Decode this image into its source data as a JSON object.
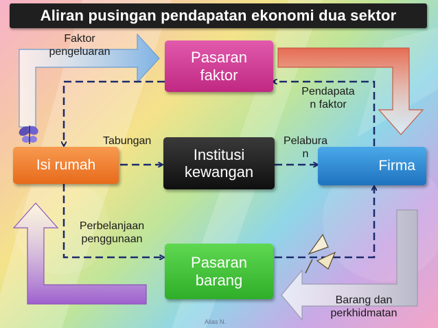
{
  "title": "Aliran pusingan pendapatan ekonomi dua sektor",
  "nodes": {
    "isi_rumah": "Isi rumah",
    "firma": "Firma",
    "pasaran_faktor": "Pasaran\nfaktor",
    "pasaran_barang": "Pasaran\nbarang",
    "institusi_kewangan": "Institusi\nkewangan"
  },
  "labels": {
    "faktor_pengeluaran": "Faktor\npengeluaran",
    "pendapatan_faktor": "Pendapata\nn faktor",
    "tabungan": "Tabungan",
    "pelaburan": "Pelabura\nn",
    "perbelanjaan": "Perbelanjaan\npenggunaan",
    "barang": "Barang dan\nperkhidmatan"
  },
  "credit": "Alias N.",
  "colors": {
    "isi_rumah": "#f07a2a",
    "firma": "#2f8fd4",
    "pasaran_faktor": "#d23a96",
    "pasaran_barang": "#43c23a",
    "institusi_kewangan": "#161616",
    "dashed_arrow": "#1b2a6b",
    "arrow_blue": "#8bb8e6",
    "arrow_red": "#e07a62",
    "arrow_purple": "#b77fd8",
    "arrow_gray": "#c9c9d6"
  }
}
